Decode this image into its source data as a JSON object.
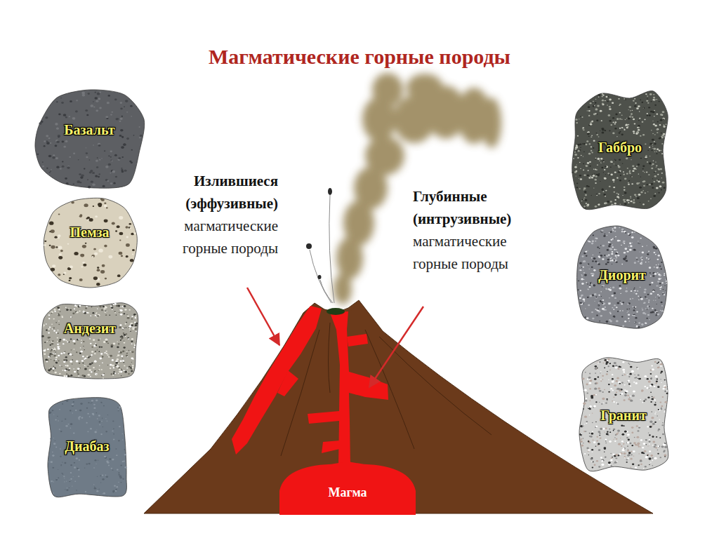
{
  "diagram": {
    "title": "Магматические горные породы",
    "nodes": [
      {
        "text": [
          "Базальт"
        ]
      },
      {
        "text": [
          "Пемза"
        ]
      },
      {
        "text": [
          "Андезит"
        ]
      },
      {
        "text": [
          "Диабаз"
        ]
      },
      {
        "text": [
          "Габбро"
        ]
      },
      {
        "text": [
          "Диорит"
        ]
      },
      {
        "text": [
          "Гранит"
        ]
      },
      {
        "text": [
          "Магма"
        ]
      }
    ],
    "labels": [
      "Излившиеся (эффузивные)",
      "магматические горные породы",
      "Глубинные (интрузивные)",
      "магматические горные породы"
    ]
  }
}
